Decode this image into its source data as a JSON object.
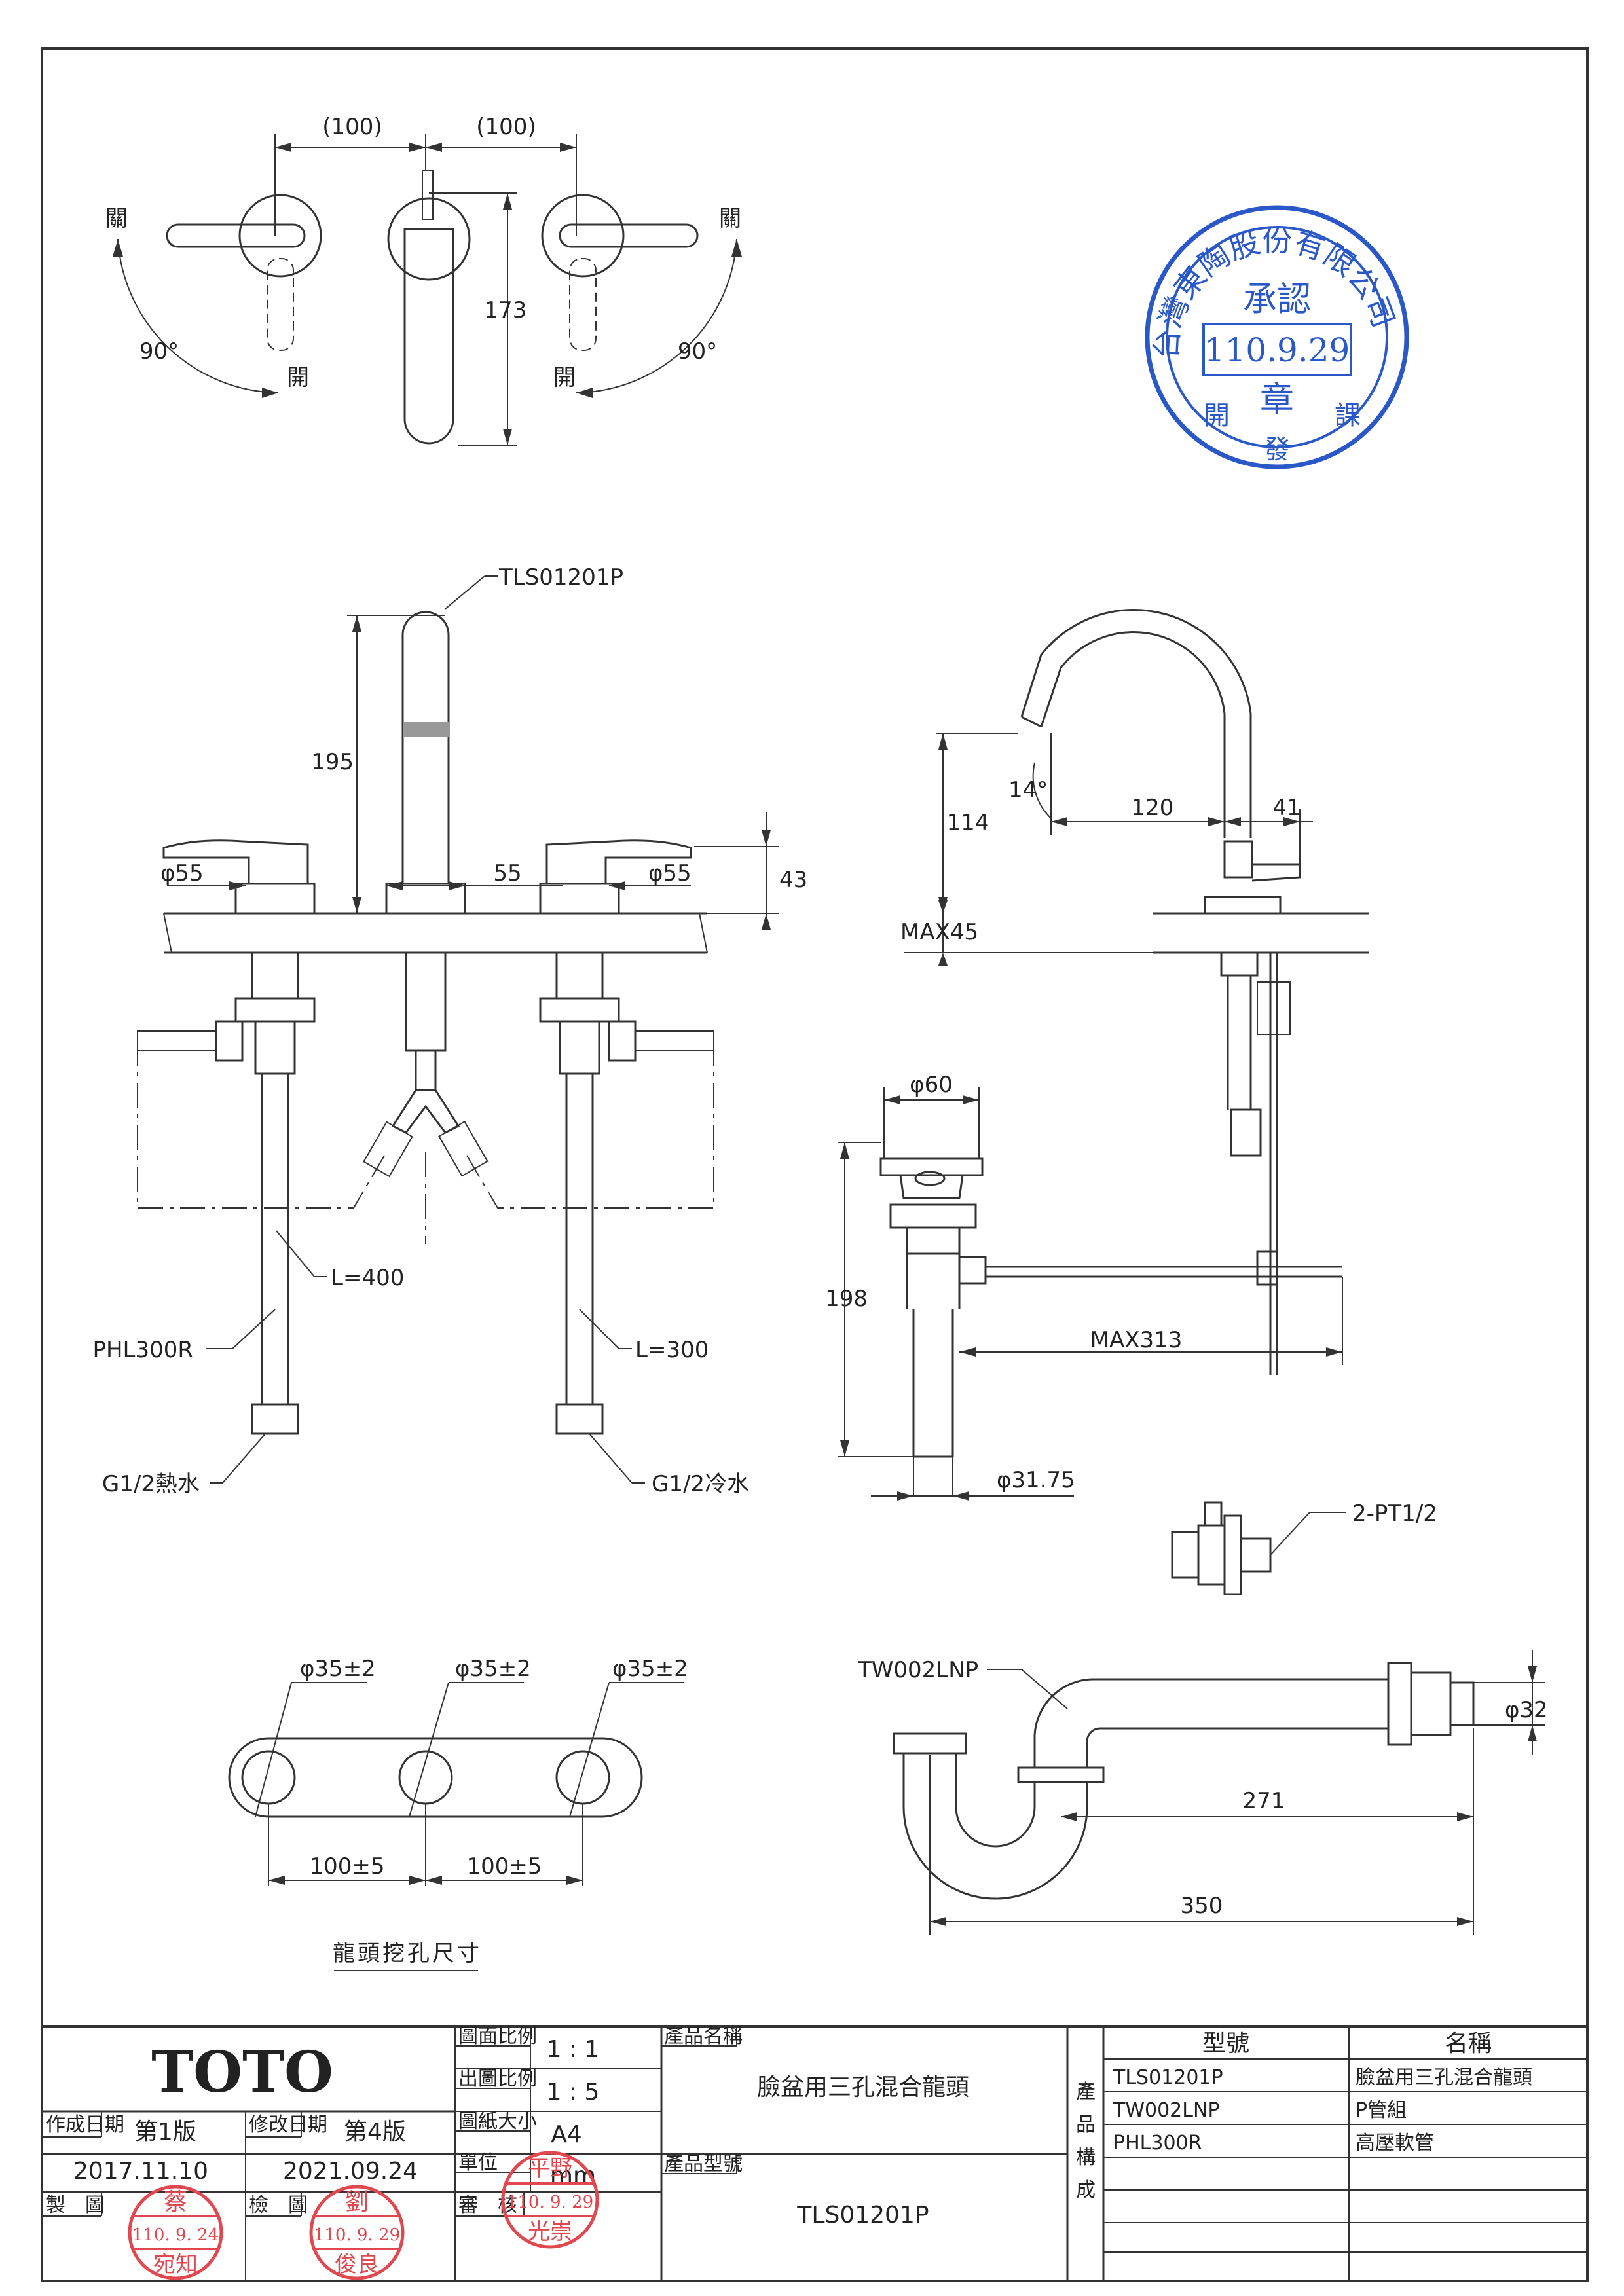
{
  "top_view": {
    "dim_left": "(100)",
    "dim_right": "(100)",
    "dim_height": "173",
    "close_left": "關",
    "close_right": "關",
    "open_left": "開",
    "open_right": "開",
    "angle_left": "90°",
    "angle_right": "90°"
  },
  "stamp_blue": {
    "ring_text": "台灣東陶股份有限公司",
    "approve": "承認",
    "date": "110.9.29",
    "seal": "章",
    "bottom_left": "開",
    "bottom_mid": "發",
    "bottom_right": "課"
  },
  "front_view": {
    "model_callout": "TLS01201P",
    "dim_spout_height": "195",
    "dim_handle_dia_left": "φ55",
    "dim_spout_dia": "55",
    "dim_handle_dia_right": "φ55",
    "dim_handle_height": "43",
    "hot_hose_length": "L=400",
    "hose_model": "PHL300R",
    "cold_hose_length": "L=300",
    "hot_connection": "G1/2熱水",
    "cold_connection": "G1/2冷水"
  },
  "side_view": {
    "angle": "14°",
    "dim_reach": "120",
    "dim_back": "41",
    "dim_height": "114",
    "max_deck": "MAX45"
  },
  "drain_view": {
    "dim_top_dia": "φ60",
    "dim_length": "198",
    "dim_rod": "MAX313",
    "dim_tail_dia": "φ31.75",
    "valve_callout": "2-PT1/2"
  },
  "hole_view": {
    "hole_dia_1": "φ35±2",
    "hole_dia_2": "φ35±2",
    "hole_dia_3": "φ35±2",
    "spacing_1": "100±5",
    "spacing_2": "100±5",
    "caption": "龍頭挖孔尺寸"
  },
  "trap_view": {
    "model_callout": "TW002LNP",
    "dim_pipe_dia": "φ32",
    "dim_inner": "271",
    "dim_overall": "350"
  },
  "title_block": {
    "brand": "TOTO",
    "drawing_scale_label": "圖面比例",
    "drawing_scale": "1 : 1",
    "print_scale_label": "出圖比例",
    "print_scale": "1 : 5",
    "paper_size_label": "圖紙大小",
    "paper_size": "A4",
    "unit_label": "單位",
    "unit": "mm",
    "review_label": "審　核",
    "created_date_label": "作成日期",
    "created_edition": "第1版",
    "created_date": "2017.11.10",
    "revised_date_label": "修改日期",
    "revised_edition": "第4版",
    "revised_date": "2021.09.24",
    "drawn_label": "製　圖",
    "checked_label": "檢　圖",
    "product_name_label": "產品名稱",
    "product_name": "臉盆用三孔混合龍頭",
    "product_model_label": "產品型號",
    "product_model": "TLS01201P",
    "composition_label": [
      "產",
      "品",
      "構",
      "成"
    ],
    "col_model": "型號",
    "col_name": "名稱",
    "parts": [
      {
        "model": "TLS01201P",
        "name": "臉盆用三孔混合龍頭"
      },
      {
        "model": "TW002LNP",
        "name": "P管組"
      },
      {
        "model": "PHL300R",
        "name": "高壓軟管"
      }
    ]
  },
  "stamps_red": {
    "drawn_top": "蔡",
    "drawn_date": "110. 9. 24",
    "drawn_bottom": "宛知",
    "checked_top": "劉",
    "checked_date": "110. 9. 29",
    "checked_bottom": "俊良",
    "review_top": "平野",
    "review_date": "110. 9. 29",
    "review_bottom": "光崇"
  },
  "colors": {
    "line": "#333333",
    "stamp_blue": "#2a58c8",
    "stamp_red": "#e0474f"
  }
}
